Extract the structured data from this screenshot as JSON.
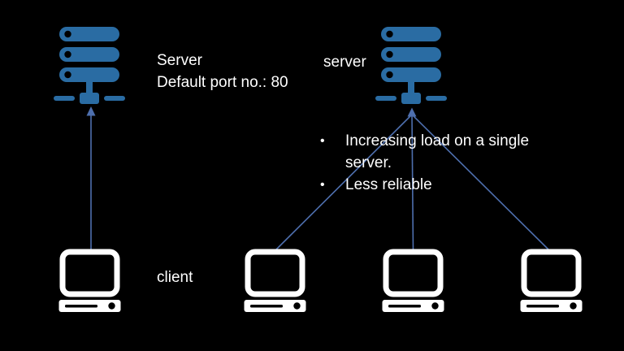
{
  "colors": {
    "background": "#000000",
    "text": "#ffffff",
    "server_blue": "#2a6ca3",
    "connector_blue": "#4e6fae"
  },
  "left_server": {
    "icon": "server-rack-icon",
    "label_line1": "Server",
    "label_line2": "Default port no.: 80"
  },
  "right_server": {
    "icon": "server-rack-icon",
    "label": "server"
  },
  "notes": {
    "bullet_char": "•",
    "items": [
      "Increasing load on a single server.",
      "Less reliable"
    ]
  },
  "clients": {
    "icon": "desktop-computer-icon",
    "label": "client",
    "count": 4
  }
}
